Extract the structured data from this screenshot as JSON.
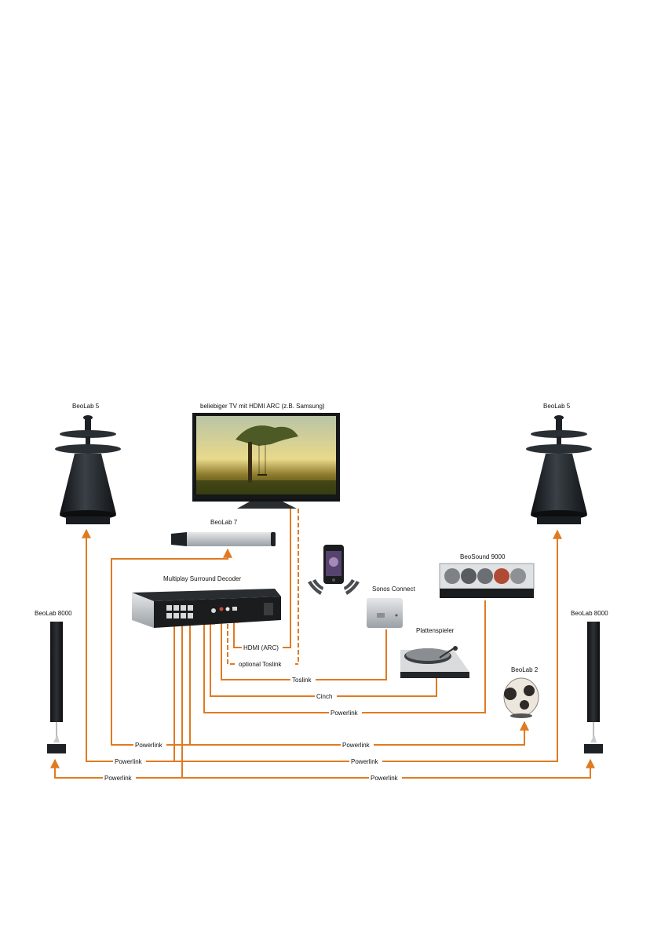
{
  "devices": {
    "beolab5_left": "BeoLab 5",
    "beolab5_right": "BeoLab 5",
    "tv": "beliebiger TV mit HDMI ARC (z.B. Samsung)",
    "beolab7": "BeoLab 7",
    "decoder": "Multiplay Surround Decoder",
    "sonos": "Sonos Connect",
    "beosound9000": "BeoSound 9000",
    "beolab8000_left": "BeoLab 8000",
    "beolab8000_right": "BeoLab 8000",
    "turntable": "Plattenspieler",
    "beolab2": "BeoLab 2"
  },
  "connections": {
    "hdmi_arc": "HDMI (ARC)",
    "optional_toslink": "optional Toslink",
    "toslink": "Toslink",
    "cinch": "Cinch",
    "powerlink_beosound": "Powerlink",
    "powerlink_beolab7": "Powerlink",
    "powerlink_beolab2": "Powerlink",
    "powerlink_beolab5_left": "Powerlink",
    "powerlink_beolab5_right": "Powerlink",
    "powerlink_beolab8000_left": "Powerlink",
    "powerlink_beolab8000_right": "Powerlink"
  },
  "colors": {
    "cable": "#e07a22",
    "speaker": "#1e2226",
    "aluminium": "#c9cccf"
  }
}
